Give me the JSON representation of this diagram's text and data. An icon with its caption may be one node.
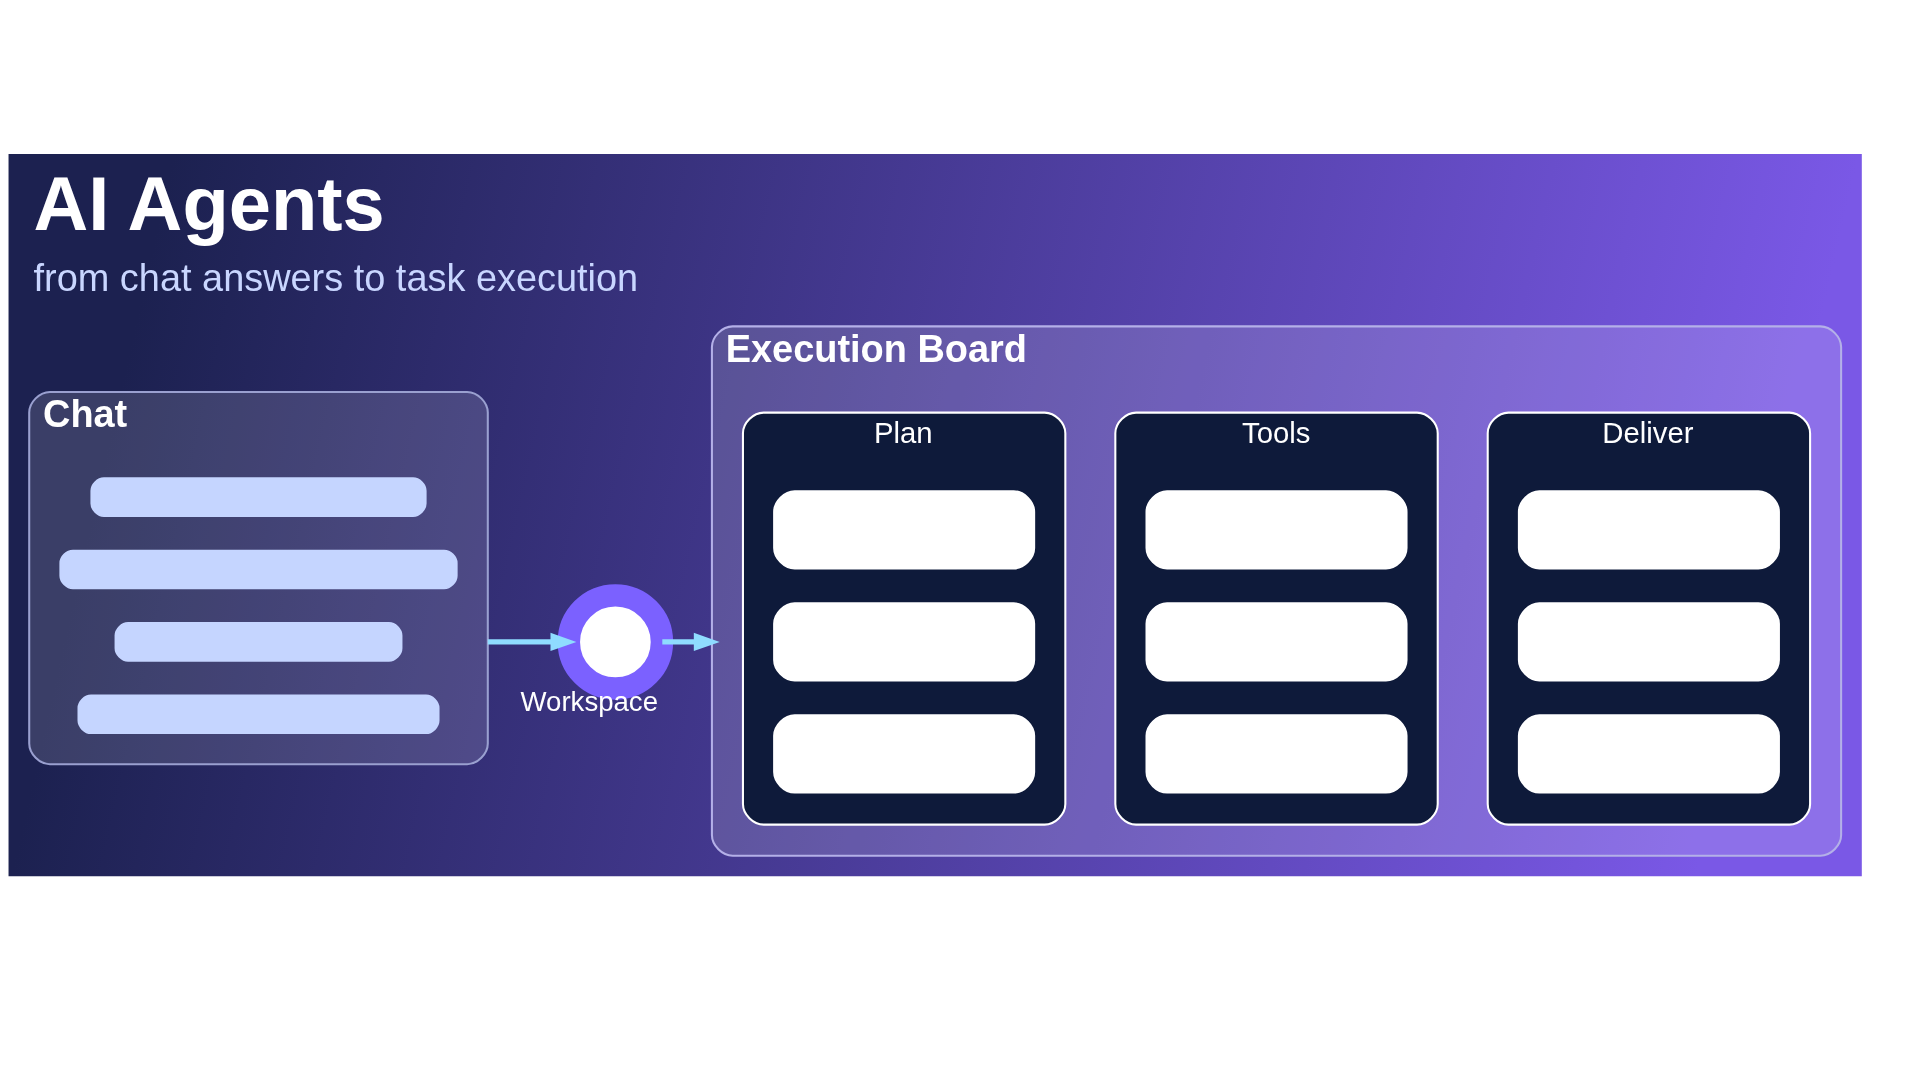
{
  "diagram": {
    "title": "AI Agents",
    "caption": "from chat answers to task execution",
    "nodes": [
      {
        "text": [
          "Chat"
        ]
      },
      {
        "text": [],
        "shape": "bar",
        "in": 0
      },
      {
        "text": [],
        "shape": "bar",
        "in": 0
      },
      {
        "text": [],
        "shape": "bar",
        "in": 0
      },
      {
        "text": [],
        "shape": "bar",
        "in": 0
      },
      {
        "text": [],
        "shape": "circle",
        "beside": [
          "Workspace"
        ]
      },
      {
        "text": [
          "Execution Board"
        ]
      },
      {
        "text": [
          "Plan"
        ],
        "in": 6
      },
      {
        "text": [],
        "shape": "box",
        "in": 7
      },
      {
        "text": [],
        "shape": "box",
        "in": 7
      },
      {
        "text": [],
        "shape": "box",
        "in": 7
      },
      {
        "text": [
          "Tools"
        ],
        "in": 6
      },
      {
        "text": [],
        "shape": "box",
        "in": 11
      },
      {
        "text": [],
        "shape": "box",
        "in": 11
      },
      {
        "text": [],
        "shape": "box",
        "in": 11
      },
      {
        "text": [
          "Deliver"
        ],
        "in": 6
      },
      {
        "text": [],
        "shape": "box",
        "in": 15
      },
      {
        "text": [],
        "shape": "box",
        "in": 15
      },
      {
        "text": [],
        "shape": "box",
        "in": 15
      }
    ],
    "edges": [
      {
        "from": 0,
        "to": 5,
        "arrow": "to"
      },
      {
        "from": 5,
        "to": 6,
        "arrow": "to"
      }
    ]
  }
}
